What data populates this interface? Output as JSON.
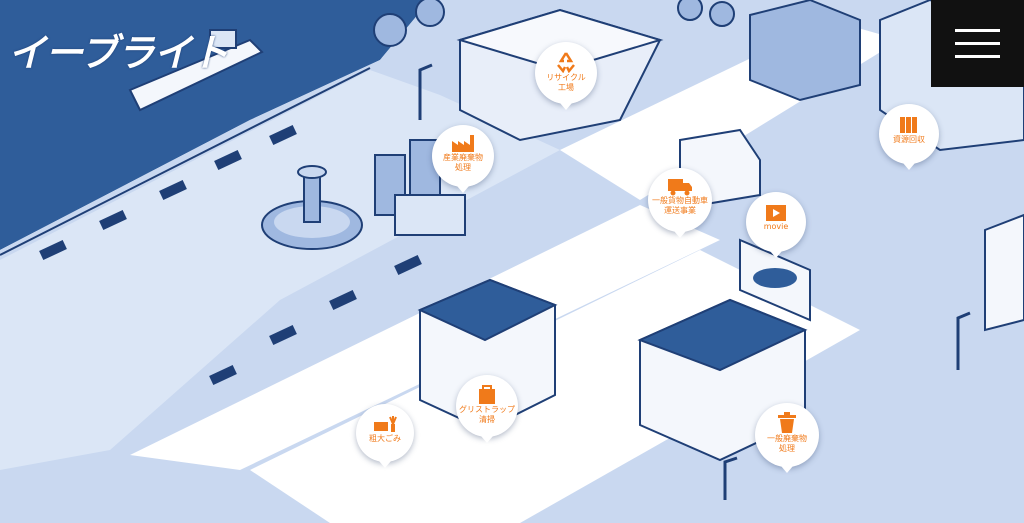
{
  "brand": {
    "logo_text": "イーブライト"
  },
  "menu": {
    "icon": "hamburger-icon"
  },
  "colors": {
    "water": "#2f5d9a",
    "ground": "#c9d8f0",
    "road": "#ffffff",
    "navy": "#1f3f76",
    "accent": "#f07a1a",
    "menu_bg": "#111111"
  },
  "pins": [
    {
      "id": "recycle",
      "label": "リサイクル\n工場",
      "icon": "recycle-icon"
    },
    {
      "id": "industrial",
      "label": "産業廃棄物\n処理",
      "icon": "factory-icon"
    },
    {
      "id": "transport",
      "label": "一般貨物自動車\n運送事業",
      "icon": "truck-icon"
    },
    {
      "id": "movie",
      "label": "movie",
      "icon": "film-play-icon"
    },
    {
      "id": "resource",
      "label": "資源回収",
      "icon": "binders-icon"
    },
    {
      "id": "bulky",
      "label": "粗大ごみ",
      "icon": "sofa-plant-icon"
    },
    {
      "id": "grease",
      "label": "グリストラップ\n清掃",
      "icon": "bag-icon"
    },
    {
      "id": "general",
      "label": "一般廃棄物\n処理",
      "icon": "trash-can-icon"
    }
  ]
}
